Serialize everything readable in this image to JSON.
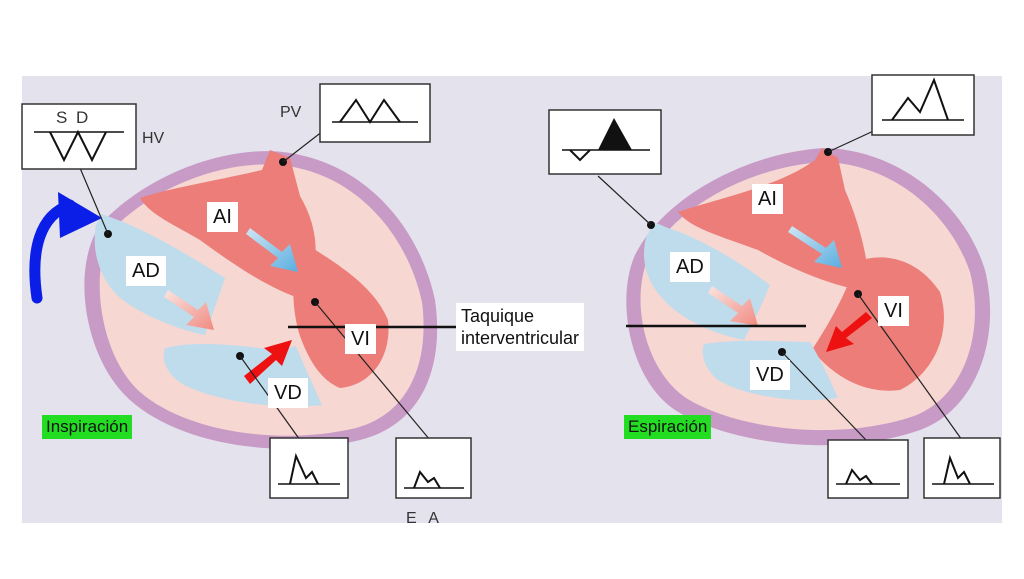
{
  "left_heart": {
    "phase_label": "Inspiración",
    "chambers": {
      "ra": "AD",
      "la": "AI",
      "rv": "VD",
      "lv": "VI"
    },
    "vessel_labels": {
      "hepatic_vein": "HV",
      "pulmonary_vein": "PV"
    },
    "hepatic_waveform_letters": "S D",
    "mitral_waveform_letters": "E A"
  },
  "right_heart": {
    "phase_label": "Espiración",
    "chambers": {
      "ra": "AD",
      "la": "AI",
      "rv": "VD",
      "lv": "VI"
    }
  },
  "septum_label_line1": "Taquique",
  "septum_label_line2": "interventricular",
  "colors": {
    "panel_bg": "#e4e2ec",
    "pericardium": "#c89ac6",
    "myocardium": "#f6d7d2",
    "right_side_blood": "#bfdcec",
    "left_side_blood": "#ec7d78",
    "phase_badge": "#22dd22",
    "arrow_red": "#ee1111",
    "arrow_blue": "#0a1ee8"
  }
}
